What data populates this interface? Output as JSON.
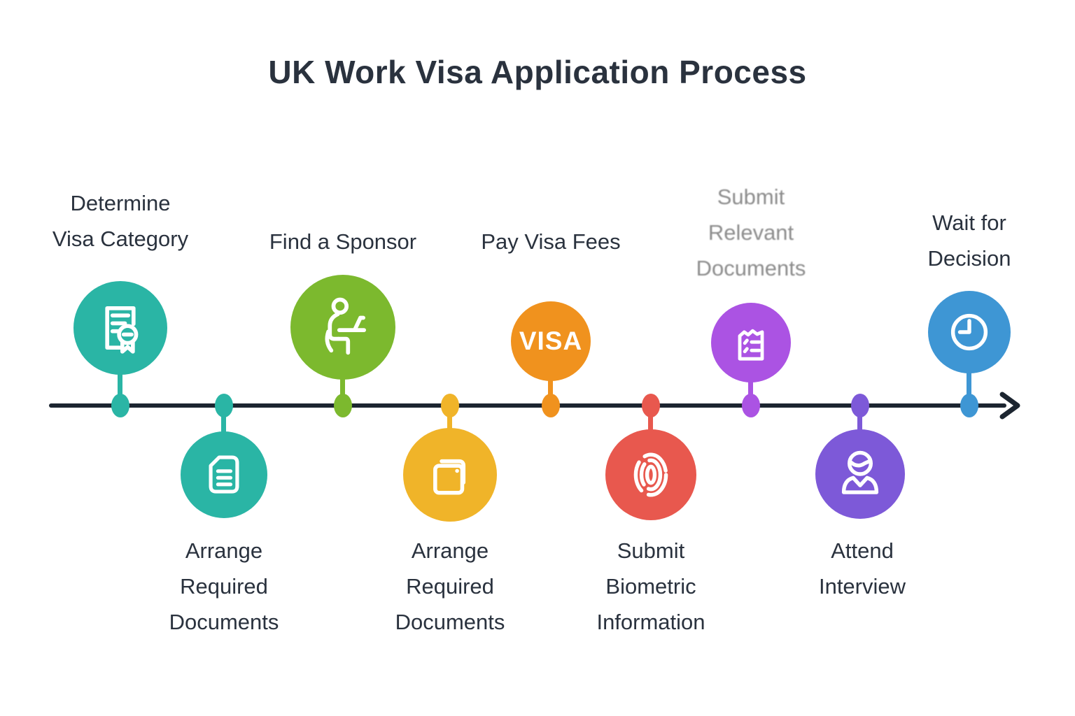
{
  "title": "UK Work Visa Application Process",
  "colors": {
    "teal": "#2ab5a5",
    "green": "#7cb92e",
    "amber": "#f0b429",
    "orange": "#f0921e",
    "red": "#e8584e",
    "purple": "#ab53e3",
    "violet": "#7d59d8",
    "blue": "#3e96d4",
    "axis": "#1c2530",
    "text": "#2a323e",
    "muted_text": "#8c8c8c"
  },
  "timeline": {
    "direction": "left-to-right",
    "step_count": 9
  },
  "steps": [
    {
      "label": "Determine\nVisa Category",
      "icon": "certificate-icon",
      "color": "teal",
      "position": "above"
    },
    {
      "label": "Arrange\nRequired\nDocuments",
      "icon": "note-document-icon",
      "color": "teal",
      "position": "below"
    },
    {
      "label": "Find a Sponsor",
      "icon": "person-laptop-icon",
      "color": "green",
      "position": "above"
    },
    {
      "label": "Arrange\nRequired\nDocuments",
      "icon": "stacked-documents-icon",
      "color": "amber",
      "position": "below"
    },
    {
      "label": "Pay Visa Fees",
      "badge_text": "VISA",
      "color": "orange",
      "position": "above"
    },
    {
      "label": "Submit\nBiometric\nInformation",
      "icon": "fingerprint-icon",
      "color": "red",
      "position": "below"
    },
    {
      "label": "Submit\nRelevant\nDocuments",
      "icon": "torn-checklist-icon",
      "color": "purple",
      "position": "above"
    },
    {
      "label": "Attend\nInterview",
      "icon": "person-avatar-icon",
      "color": "violet",
      "position": "below"
    },
    {
      "label": "Wait for\nDecision",
      "icon": "clock-icon",
      "color": "blue",
      "position": "above"
    }
  ]
}
